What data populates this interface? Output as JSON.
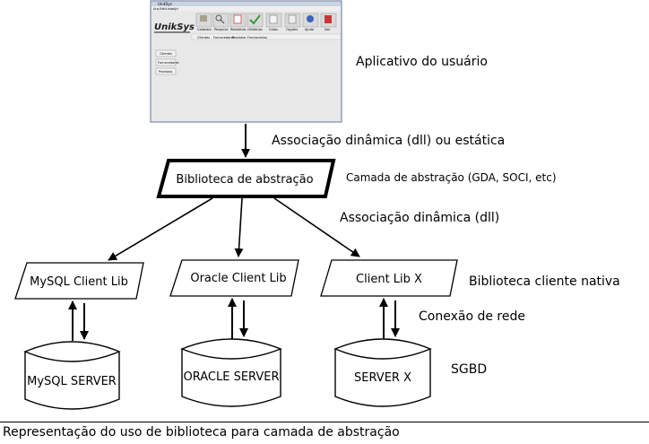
{
  "application": {
    "title": "UnikSys",
    "menu": [
      "Arq",
      "Edit",
      "Lista",
      "Ajd"
    ],
    "logo": "UnikSys",
    "toolbar_buttons": [
      "Cadastro",
      "Pesquisa",
      "Relatórios",
      "Utilitários",
      "Cotas",
      "Opções",
      "Ajuda",
      "Sair"
    ],
    "tabs": [
      "Clientes",
      "Fornecedores",
      "Produtos",
      "Funcionários"
    ],
    "side_buttons": [
      "Clientes",
      "Fornecedores",
      "Produtos"
    ]
  },
  "nodes": {
    "abstraction_library": "Biblioteca de abstração",
    "mysql_client": "MySQL Client Lib",
    "oracle_client": "Oracle Client Lib",
    "client_x": "Client Lib X",
    "mysql_server": "MySQL SERVER",
    "oracle_server": "ORACLE SERVER",
    "server_x": "SERVER X"
  },
  "annotations": {
    "app_user": "Aplicativo do usuário",
    "dynamic_or_static": "Associação dinâmica (dll) ou estática",
    "abstraction_layer": "Camada de abstração (GDA, SOCI, etc)",
    "dynamic": "Associação dinâmica (dll)",
    "native_client": "Biblioteca cliente nativa",
    "network": "Conexão de rede",
    "dbms": "SGBD"
  },
  "caption": "Representação do uso de biblioteca para camada de abstração",
  "colors": {
    "window_bg": "#e8e8e8",
    "window_border": "#7a8aa8",
    "titlebar": "#c9d3e4",
    "logo": "#1a1a1a"
  }
}
